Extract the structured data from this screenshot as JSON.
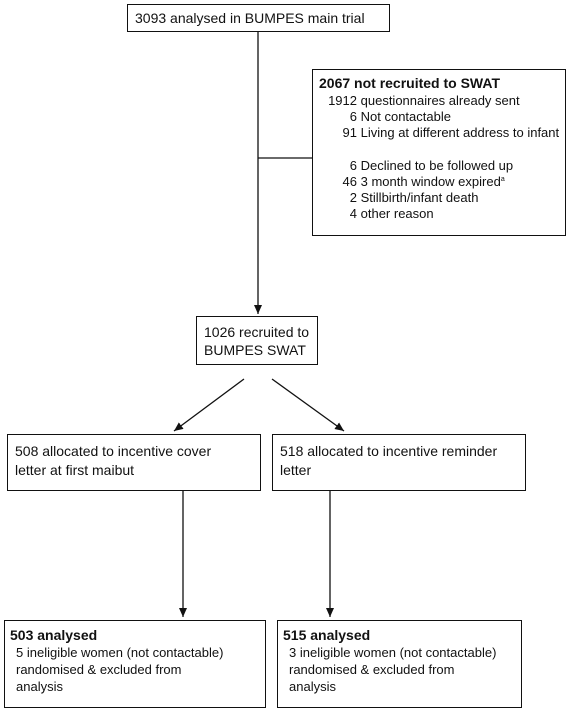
{
  "main_trial": {
    "text": "3093 analysed in BUMPES main trial"
  },
  "not_recruited": {
    "title": "2067 not recruited to SWAT",
    "reasons": [
      {
        "n": "1912",
        "label": "questionnaires already sent"
      },
      {
        "n": "6",
        "label": "Not contactable"
      },
      {
        "n": "91",
        "label": "Living at different address to infant"
      },
      {
        "n": "6",
        "label": "Declined to be followed up"
      },
      {
        "n": "46",
        "label": "3 month window expired",
        "note": "a"
      },
      {
        "n": "2",
        "label": "Stillbirth/infant death"
      },
      {
        "n": "4",
        "label": "other reason"
      }
    ]
  },
  "recruited": {
    "line1": "1026 recruited to",
    "line2": "BUMPES SWAT"
  },
  "arms": [
    {
      "allocated_line1": "508 allocated to incentive cover",
      "allocated_line2": "letter at first maibut",
      "analysed": "503 analysed",
      "excluded_lines": [
        "5 ineligible women (not contactable)",
        "randomised & excluded from",
        "analysis"
      ]
    },
    {
      "allocated_line1": "518 allocated to incentive reminder",
      "allocated_line2": "letter",
      "analysed": "515 analysed",
      "excluded_lines": [
        "3 ineligible women (not contactable)",
        "randomised & excluded from",
        "analysis"
      ]
    }
  ]
}
